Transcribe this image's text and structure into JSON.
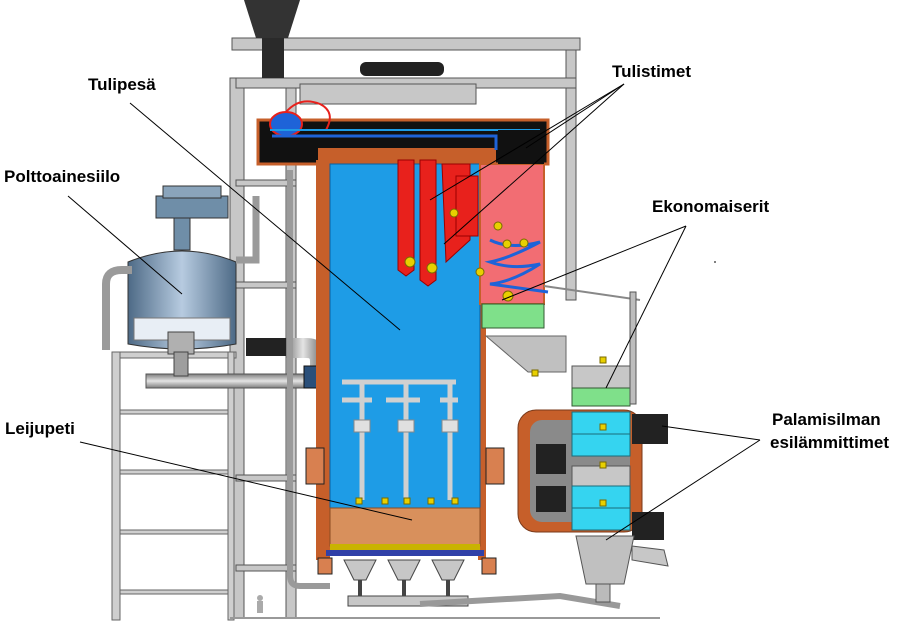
{
  "labels": {
    "tulipesa": "Tulipesä",
    "tulistimet": "Tulistimet",
    "polttoainesiilo": "Polttoainesiilo",
    "ekonomaiserit": "Ekonomaiserit",
    "leijupeti": "Leijupeti",
    "palamisilman_line1": "Palamisilman",
    "palamisilman_line2": "esilämmittimet"
  },
  "colors": {
    "furnace": "#1e9ce6",
    "superheater_zone": "#f26d73",
    "superheater_tubes": "#e8211c",
    "economizer": "#7fe08a",
    "air_preheater": "#35d4f0",
    "fluid_bed": "#d8905c",
    "casing": "#c65f2a",
    "steel": "#b8b8b8",
    "dark": "#222222",
    "silo": "#6f8ea8"
  }
}
